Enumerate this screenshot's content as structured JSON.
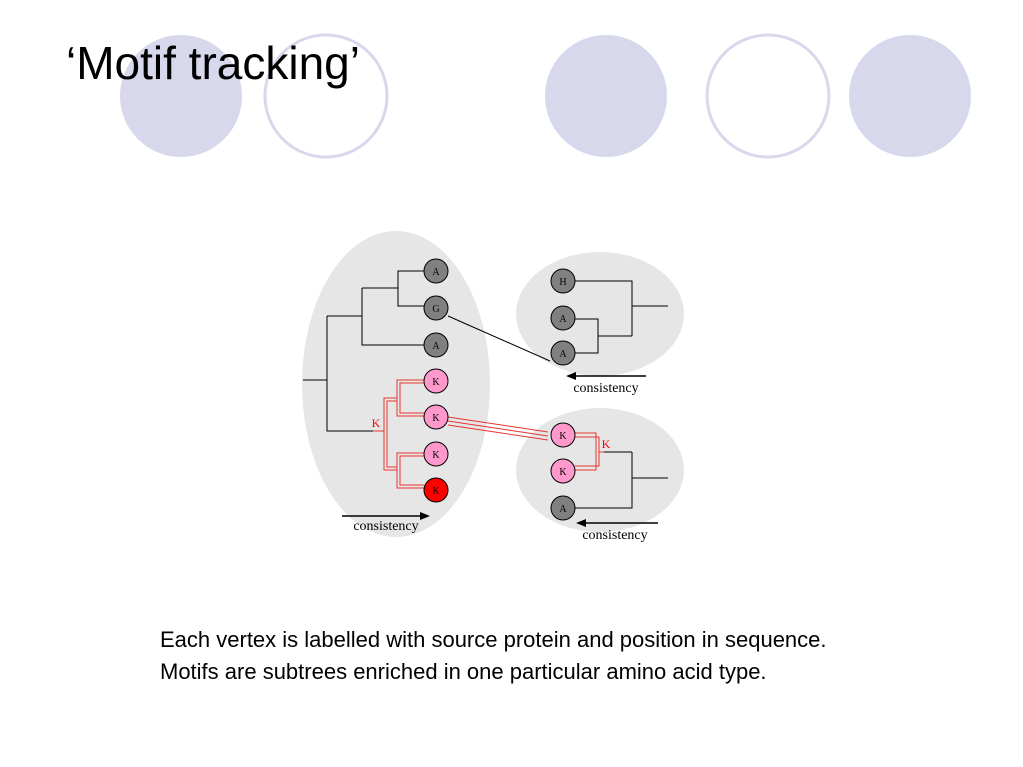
{
  "slide": {
    "title": "‘Motif tracking’",
    "caption_lines": [
      "Each vertex is labelled with source protein and position in sequence.",
      "Motifs are subtrees enriched in one particular amino acid type."
    ]
  },
  "diagram": {
    "left_tree": {
      "leaves": [
        "A",
        "G",
        "A",
        "K",
        "K",
        "K",
        "K"
      ],
      "motif_label": "K",
      "arrow_label": "consistency"
    },
    "top_right_tree": {
      "leaves": [
        "H",
        "A",
        "A"
      ],
      "arrow_label": "consistency"
    },
    "bottom_right_tree": {
      "leaves": [
        "K",
        "K",
        "A"
      ],
      "motif_label": "K",
      "arrow_label": "consistency"
    }
  },
  "colors": {
    "decor_circle_fill": "#d8d8ec",
    "decor_circle_stroke": "#d8d8ec",
    "cluster_background": "#e6e6e6",
    "node_gray": "#808080",
    "node_pink": "#ff99cc",
    "node_red": "#ff0000",
    "motif_line": "#e8342f",
    "motif_label": "#ff0000"
  }
}
